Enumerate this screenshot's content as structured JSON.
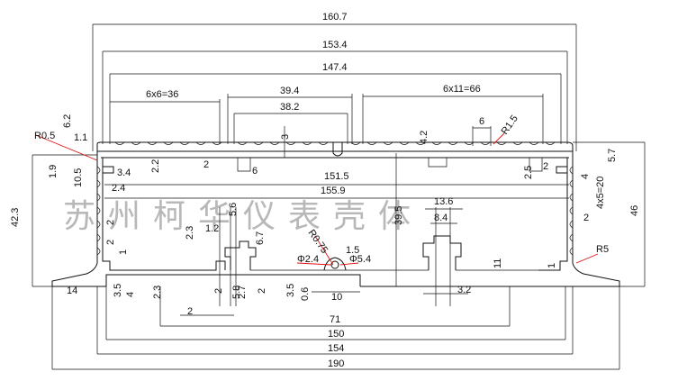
{
  "drawing": {
    "watermark": "苏州柯华仪表壳体",
    "dimensions": {
      "d160_7": "160.7",
      "d153_4": "153.4",
      "d147_4": "147.4",
      "d6x6": "6x6=36",
      "d39_4": "39.4",
      "d38_2": "38.2",
      "d6x11": "6x11=66",
      "d6": "6",
      "r1_5": "R1.5",
      "r0_5": "R0.5",
      "d6_2": "6.2",
      "d1_1": "1.1",
      "d3": "3",
      "d4_2": "4.2",
      "d5_7": "5.7",
      "d2_2": "2.2",
      "d3_4": "3.4",
      "d2a": "2",
      "d6b": "6",
      "d151_5": "151.5",
      "d2_5": "2.5",
      "d2b": "2",
      "d4": "4",
      "d1_9": "1.9",
      "d10_5": "10.5",
      "d2_4": "2.4",
      "d155_9": "155.9",
      "d4x5": "4x5=20",
      "d42_3": "42.3",
      "d46": "46",
      "d39_5": "39.5",
      "d13_6": "13.6",
      "d8_4": "8.4",
      "d5_6": "5.6",
      "d1_2": "1.2",
      "d2_3a": "2.3",
      "d6_7": "6.7",
      "r0_75": "R0.75",
      "d1_5": "1.5",
      "phi2_4": "Φ2.4",
      "phi5_4": "Φ5.4",
      "r5": "R5",
      "d2c": "2",
      "d2d": "2",
      "d2e": "2",
      "d1": "1",
      "d1b": "1",
      "d11": "11",
      "d14": "14",
      "d3_5a": "3.5",
      "d4b": "4",
      "d2_3b": "2.3",
      "d2f": "2",
      "d5_8": "5.8",
      "d2_7": "2.7",
      "d2g": "2",
      "d3_5b": "3.5",
      "d0_6": "0.6",
      "d10": "10",
      "d3_2": "3.2",
      "d2h": "2",
      "d71": "71",
      "d150": "150",
      "d154": "154",
      "d190": "190"
    }
  }
}
